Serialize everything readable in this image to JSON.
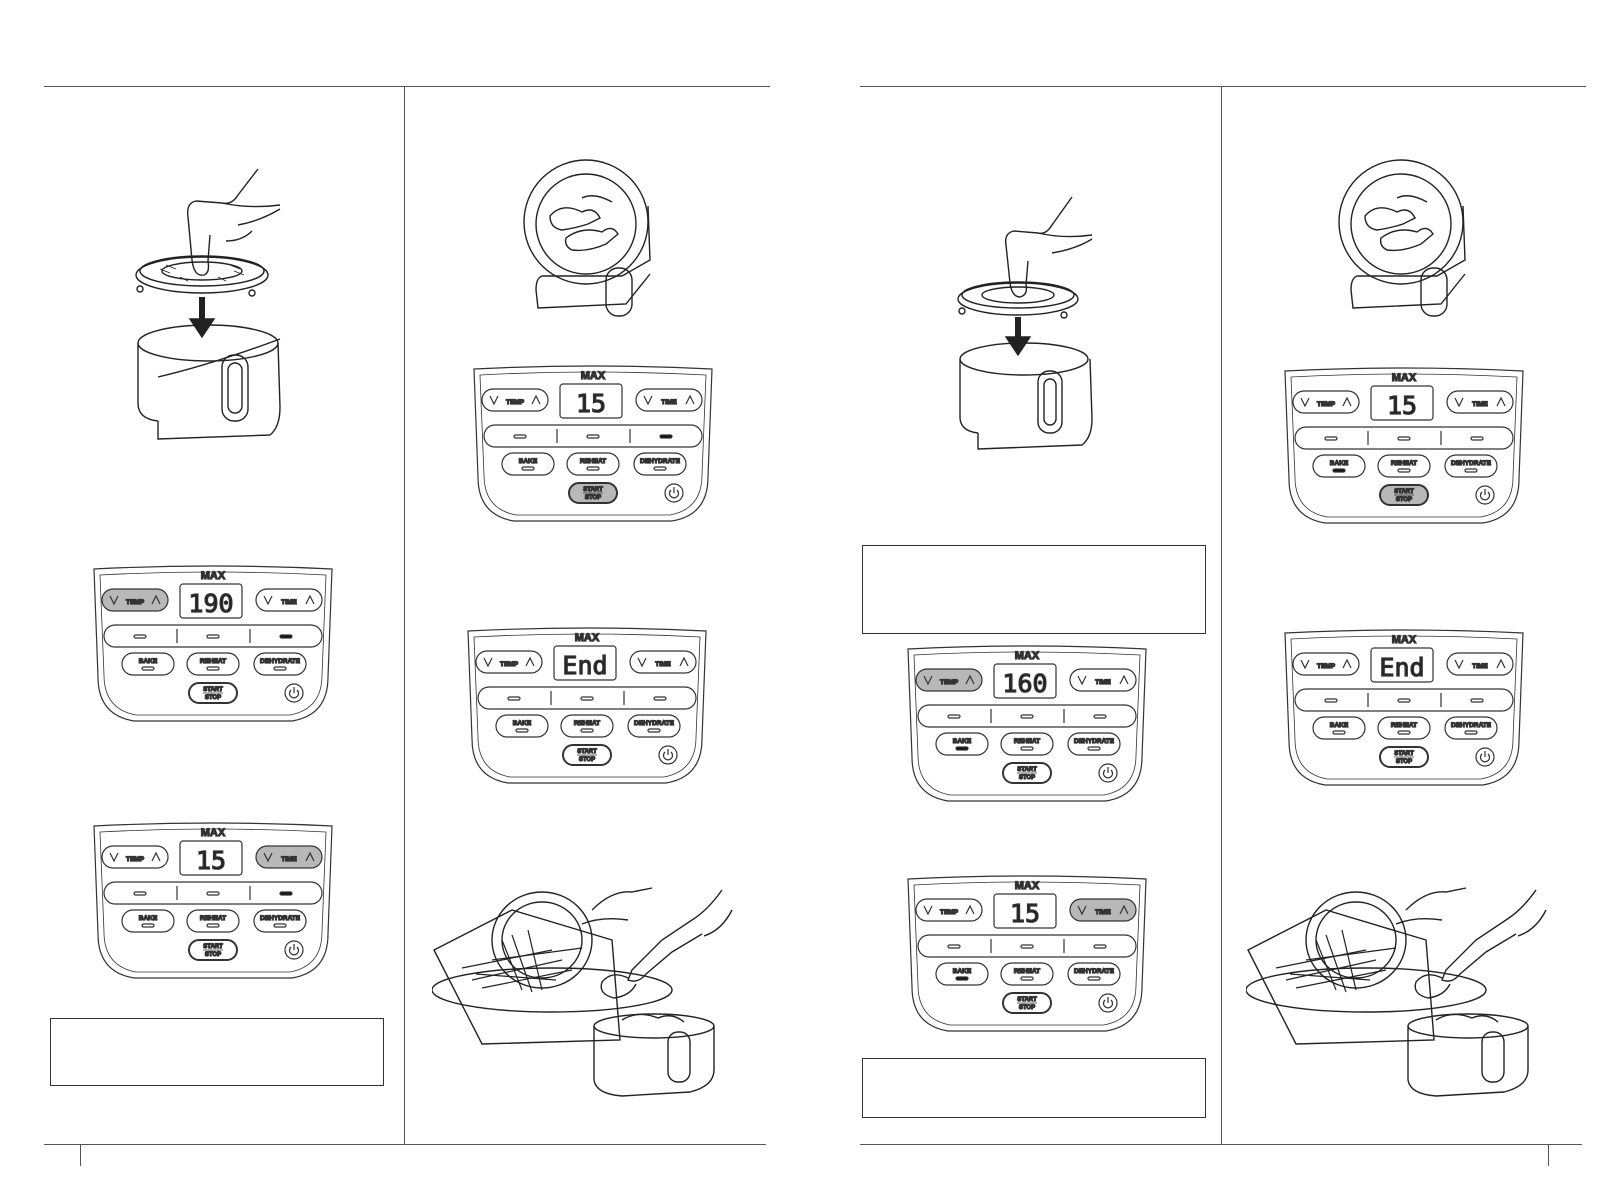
{
  "labels": {
    "max": "MAX",
    "temp": "TEMP",
    "time": "TIME",
    "bake": "BAKE",
    "reheat": "REHEAT",
    "dehydrate": "DEHYDRATE",
    "start": "START",
    "stop": "STOP"
  },
  "panels": [
    {
      "id": "left-temp",
      "display": "190",
      "highlight": "temp"
    },
    {
      "id": "left-time",
      "display": "15",
      "highlight": "time"
    },
    {
      "id": "left-start",
      "display": "15",
      "highlight": "start"
    },
    {
      "id": "left-end",
      "display": "End",
      "highlight": "none"
    },
    {
      "id": "right-temp",
      "display": "160",
      "highlight": "temp"
    },
    {
      "id": "right-time",
      "display": "15",
      "highlight": "time"
    },
    {
      "id": "right-start",
      "display": "15",
      "highlight": "start"
    },
    {
      "id": "right-end",
      "display": "End",
      "highlight": "none"
    }
  ],
  "colors": {
    "line": "#333333",
    "highlight": "#b8b8b8",
    "active_indicator": "#111111"
  },
  "icons": [
    "power-icon",
    "arrow-down-icon",
    "chevron-down-icon",
    "chevron-up-icon"
  ]
}
